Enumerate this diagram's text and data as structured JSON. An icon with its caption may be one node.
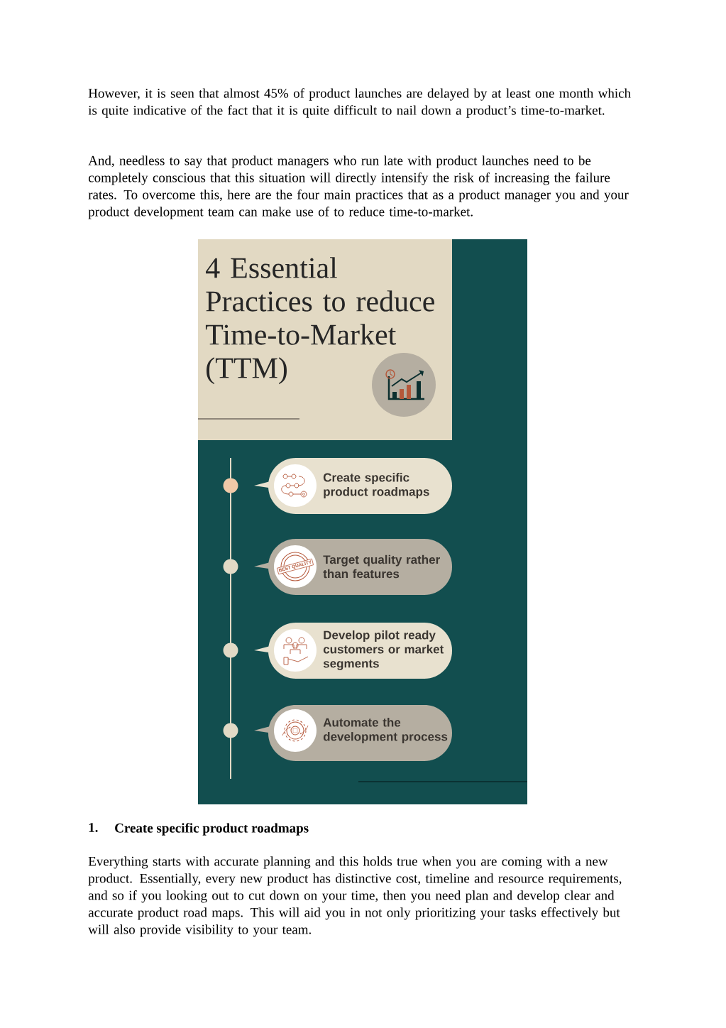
{
  "diagram": {
    "title": "4 Essential Practices to reduce Time-to-Market (TTM)",
    "nodes": [
      {
        "text": [
          "Create specific product roadmaps"
        ]
      },
      {
        "text": [
          "Target quality rather than features"
        ]
      },
      {
        "text": [
          "Develop pilot ready customers or market segments"
        ]
      },
      {
        "text": [
          "Automate the development process"
        ]
      }
    ],
    "labels": [
      "However, it is seen that almost 45% of product launches are delayed by at least one month which is quite indicative of the fact that it is quite difficult to nail down a product’s time-to-market.",
      "And, needless to say that product managers who run late with product launches need to be completely conscious that this situation will directly intensify the risk of increasing the failure rates. To overcome this, here are the four main practices that as a product manager you and your product development team can make use of to reduce time-to-market.",
      "BEST QUALITY",
      "1.",
      "Create specific product roadmaps",
      "Everything starts with accurate planning and this holds true when you are coming with a new product. Essentially, every new product has distinctive cost, timeline and resource requirements, and so if you looking out to cut down on your time, then you need plan and develop clear and accurate product road maps. This will aid you in not only prioritizing your tasks effectively but will also provide visibility to your team."
    ]
  }
}
